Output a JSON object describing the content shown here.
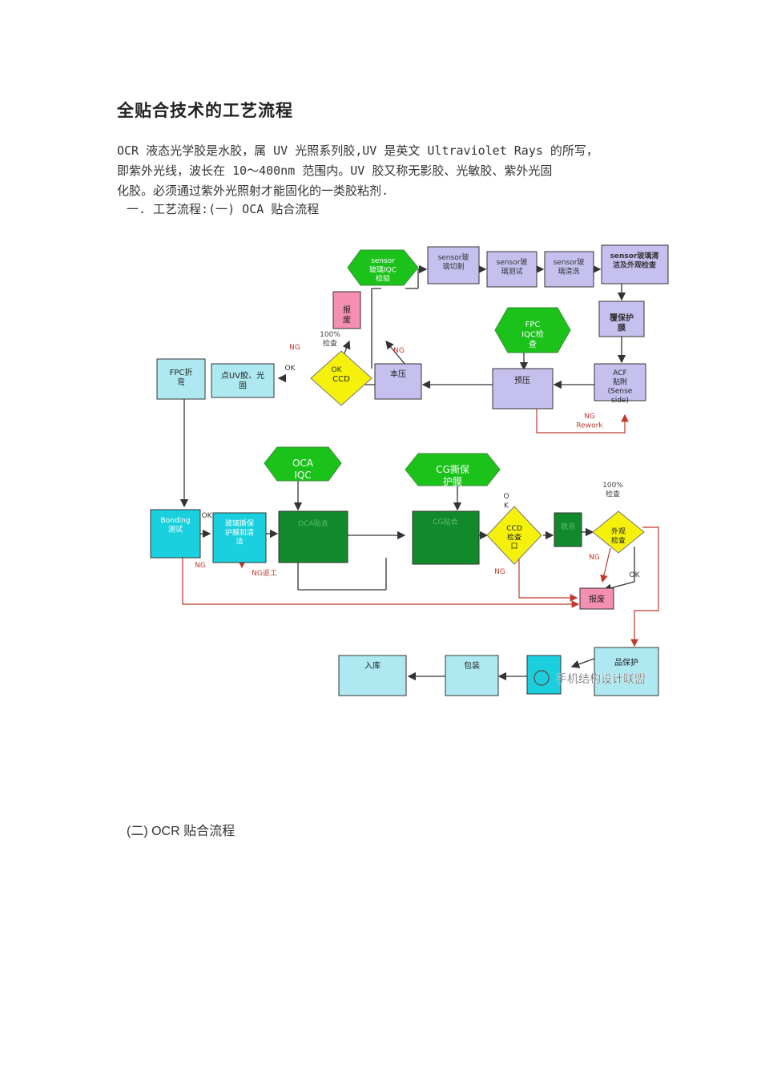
{
  "document": {
    "title": "全贴合技术的工艺流程",
    "paragraph_lines": [
      "OCR 液态光学胶是水胶，属 UV 光照系列胶,UV 是英文 Ultraviolet Rays 的所写，",
      "即紫外光线，波长在 10～400nm 范围内。UV 胶又称无影胶、光敏胶、紫外光固",
      "化胶。必须通过紫外光照射才能固化的一类胶粘剂."
    ],
    "section_label": "一. 工艺流程:(一) OCA 贴合流程",
    "subsection_label": "(二) OCR 贴合流程"
  },
  "diagram": {
    "watermark": "手机结构设计联盟",
    "nodes": {
      "sensor_iqc": "sensor 玻璃IQC 检验",
      "sensor_cut": "sensor玻 璃切割",
      "sensor_test": "sensor玻 璃测试",
      "sensor_clean": "sensor玻 璃清洗",
      "sensor_clean_inspect": "sensor玻璃清 洁及外观检查",
      "scrap_top": "报 废",
      "inspect_100_top": "100% 检查",
      "fpc_iqc": "FPC IQC检 查",
      "protect_film": "覆保护 膜",
      "fpc_bend": "FPC折 弯",
      "uv_cure": "点UV胶、光 固",
      "ccd_top": "CCD",
      "main_press": "本压",
      "pre_press": "预压",
      "acf": "ACF 贴附 (Sense side)",
      "ng_rework": "NG Rework",
      "oca_iqc": "OCA IQC",
      "cg_iqc": "CG撕保 护膜",
      "bonding": "Bonding 测试",
      "glass_protect": "玻璃撕保 护膜和清 洁",
      "oca_laminate": "OCA贴合",
      "cg_laminate": "CG贴合",
      "ccd_bottom": "CCD 检查 口",
      "defoam": "脱泡",
      "appearance": "外观 检查",
      "inspect_100_bottom": "100% 检查",
      "scrap_bottom": "报废",
      "ng_rework_bottom": "NG返工",
      "pack_protect": "品保护",
      "package": "包装",
      "warehouse": "入库"
    },
    "edge_labels": {
      "ng": "NG",
      "ok": "OK",
      "ok_vertical": "O K"
    }
  }
}
